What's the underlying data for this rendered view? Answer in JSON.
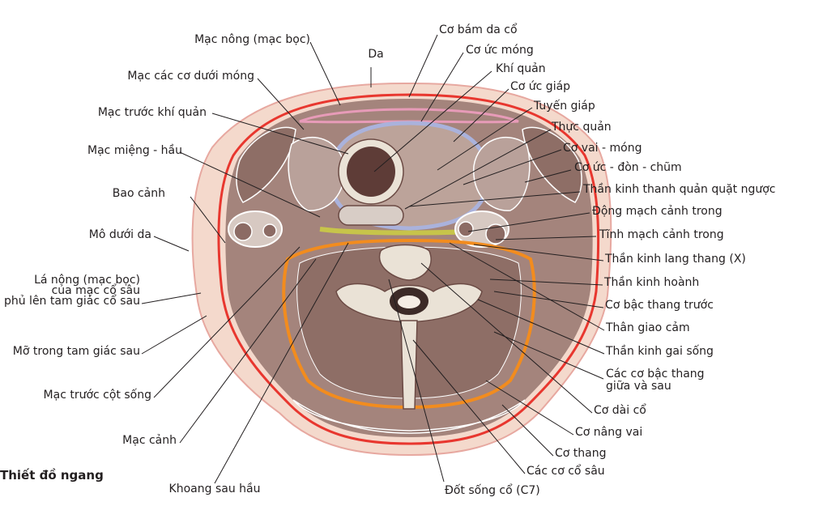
{
  "title": "Thiết đồ ngang",
  "labels_left": {
    "superficial_fascia": "Mạc nông (mạc bọc)",
    "infrahyoid_fascia": "Mạc các cơ dưới móng",
    "pretracheal_fascia": "Mạc trước khí quản",
    "buccopharyngeal_fascia": "Mạc miệng - hầu",
    "carotid_sheath": "Bao cảnh",
    "subcutaneous_tissue": "Mô dưới da",
    "investing_layer_1": "Lá nông (mạc bọc)",
    "investing_layer_2": "của mạc cổ sâu",
    "investing_layer_3": "phủ lên tam giác cổ sau",
    "posterior_triangle_fat": "Mỡ trong tam giác sau",
    "prevertebral_fascia": "Mạc trước cột sống",
    "carotid_fascia": "Mạc cảnh"
  },
  "labels_top": {
    "skin": "Da"
  },
  "labels_right": {
    "platysma": "Cơ bám da cổ",
    "sternohyoid": "Cơ ức móng",
    "trachea": "Khí quản",
    "sternothyroid": "Cơ ức giáp",
    "thyroid": "Tuyến giáp",
    "esophagus": "Thực quản",
    "omohyoid": "Cơ vai - móng",
    "sternocleidomastoid": "Cơ ức - đòn - chũm",
    "recurrent_laryngeal": "Thần kinh thanh quản quặt ngược",
    "internal_carotid": "Động mạch cảnh trong",
    "internal_jugular": "Tĩnh mạch cảnh trong",
    "vagus": "Thần kinh lang thang (X)",
    "phrenic": "Thần kinh hoành",
    "anterior_scalene": "Cơ bậc thang trước",
    "sympathetic_trunk": "Thân giao cảm",
    "spinal_nerve": "Thần kinh gai sống",
    "middle_posterior_scalene_1": "Các cơ bậc thang",
    "middle_posterior_scalene_2": "giữa và sau",
    "longus_colli": "Cơ dài cổ",
    "levator_scapulae": "Cơ nâng vai",
    "trapezius": "Cơ thang",
    "deep_neck_muscles": "Các cơ cổ sâu",
    "vertebra": "Đốt sống cổ (C7)"
  },
  "labels_bottom": {
    "retropharyngeal_space": "Khoang sau hầu"
  },
  "colors": {
    "skin": "#f4d9cc",
    "fascia_red": "#e8372f",
    "pink_fascia": "#e79bb8",
    "muscle": "#a4847c",
    "muscle_dark": "#8e6e66",
    "pretracheal_blue": "#aab2dc",
    "prevertebral_orange": "#f28c1e",
    "buccopharyngeal_yellow": "#c7c44a",
    "bone": "#eae2d6",
    "leader": "#231f20"
  }
}
